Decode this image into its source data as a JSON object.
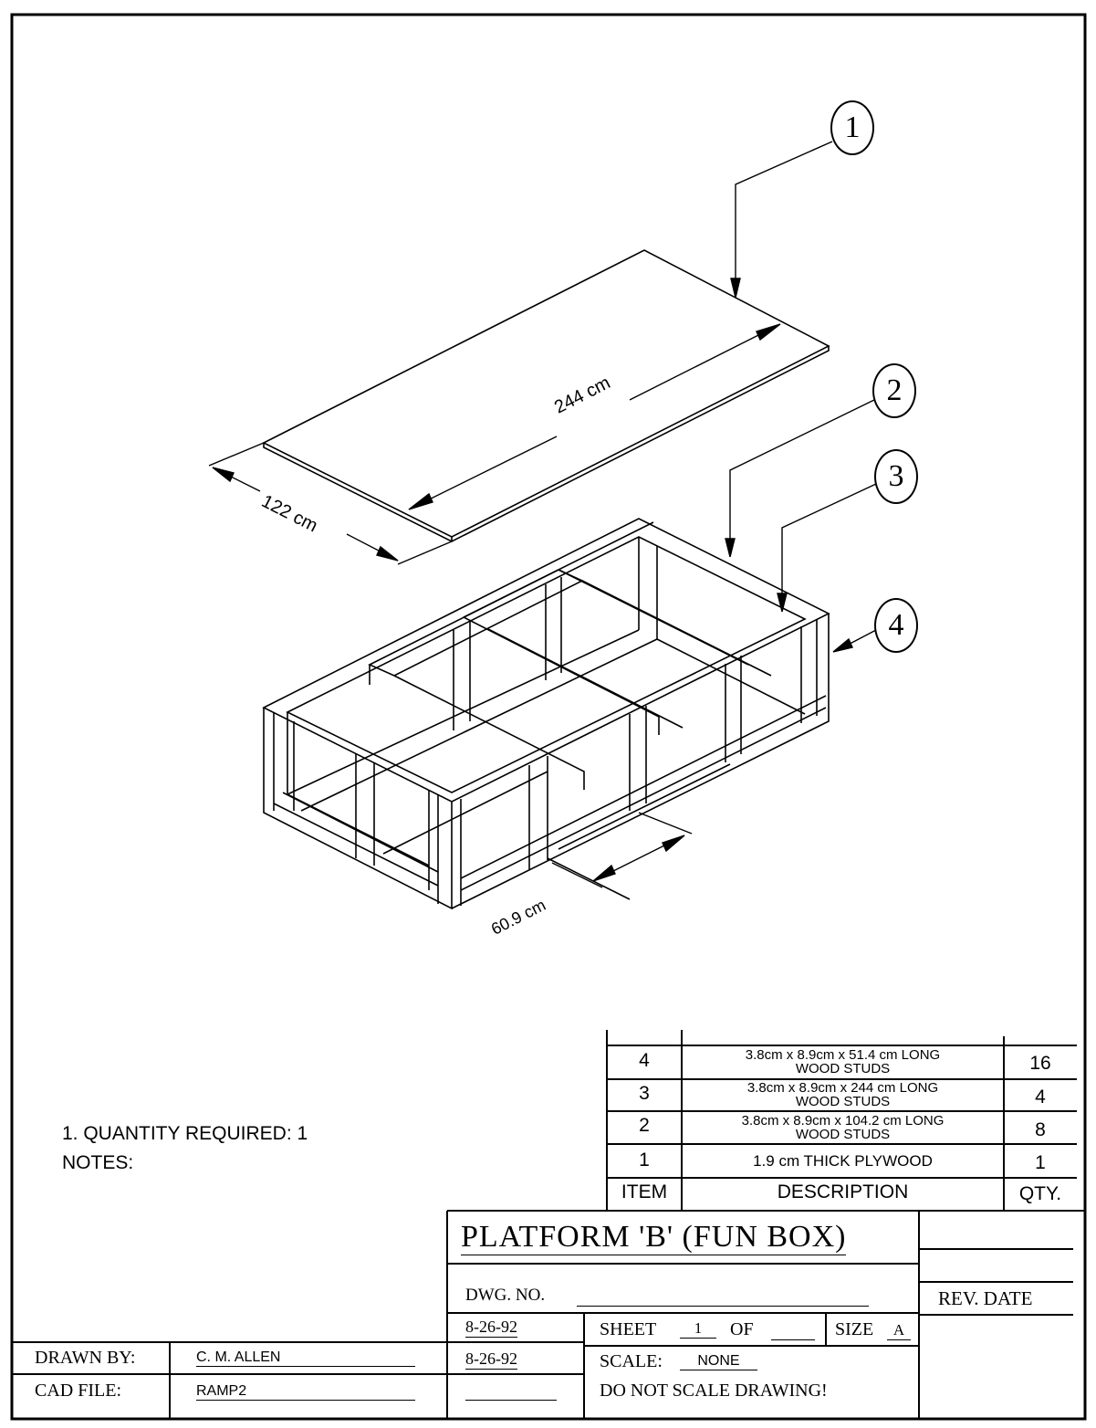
{
  "callouts": [
    "1",
    "2",
    "3",
    "4"
  ],
  "dimensions": {
    "length": "244 cm",
    "width": "122 cm",
    "bay": "60.9 cm"
  },
  "notes": {
    "line1": "1. QUANTITY REQUIRED: 1",
    "line2": "NOTES:"
  },
  "bom": {
    "headers": {
      "item": "ITEM",
      "description": "DESCRIPTION",
      "qty": "QTY."
    },
    "rows": [
      {
        "item": "4",
        "desc1": "3.8cm x 8.9cm x 51.4 cm LONG",
        "desc2": "WOOD STUDS",
        "qty": "16"
      },
      {
        "item": "3",
        "desc1": "3.8cm x 8.9cm x 244 cm LONG",
        "desc2": "WOOD STUDS",
        "qty": "4"
      },
      {
        "item": "2",
        "desc1": "3.8cm x 8.9cm x 104.2 cm LONG",
        "desc2": "WOOD STUDS",
        "qty": "8"
      },
      {
        "item": "1",
        "desc1": "1.9 cm THICK PLYWOOD",
        "desc2": "",
        "qty": "1"
      }
    ]
  },
  "title_block": {
    "title": "PLATFORM 'B' (FUN BOX)",
    "dwg_no_label": "DWG. NO.",
    "rev_date_label": "REV. DATE",
    "date1": "8-26-92",
    "date2": "8-26-92",
    "sheet_label": "SHEET",
    "sheet_num": "1",
    "of_label": "OF",
    "size_label": "SIZE",
    "size_value": "A",
    "scale_label": "SCALE:",
    "scale_value": "NONE",
    "do_not_scale": "DO NOT SCALE DRAWING!",
    "drawn_by_label": "DRAWN BY:",
    "drawn_by_value": "C. M. ALLEN",
    "cad_file_label": "CAD FILE:",
    "cad_file_value": "RAMP2"
  }
}
